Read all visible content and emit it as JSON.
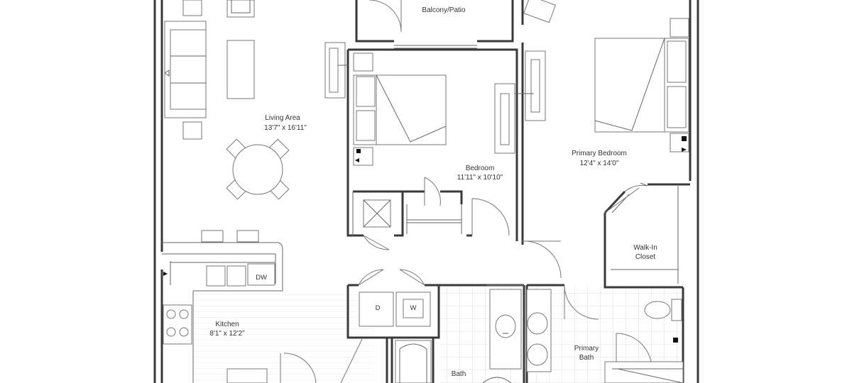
{
  "rooms": {
    "balcony": "Balcony/Patio",
    "living_name": "Living Area",
    "living_dim": "13'7\" x 16'11\"",
    "bedroom_name": "Bedroom",
    "bedroom_dim": "11'11\" x 10'10\"",
    "primary_name": "Primary Bedroom",
    "primary_dim": "12'4\" x 14'0\"",
    "closet_line1": "Walk-In",
    "closet_line2": "Closet",
    "kitchen_name": "Kitchen",
    "kitchen_dim": "8'1\" x 12'2\"",
    "bath": "Bath",
    "primary_bath_line1": "Primary",
    "primary_bath_line2": "Bath"
  },
  "appliances": {
    "dishwasher": "DW",
    "dryer": "D",
    "washer": "W"
  }
}
